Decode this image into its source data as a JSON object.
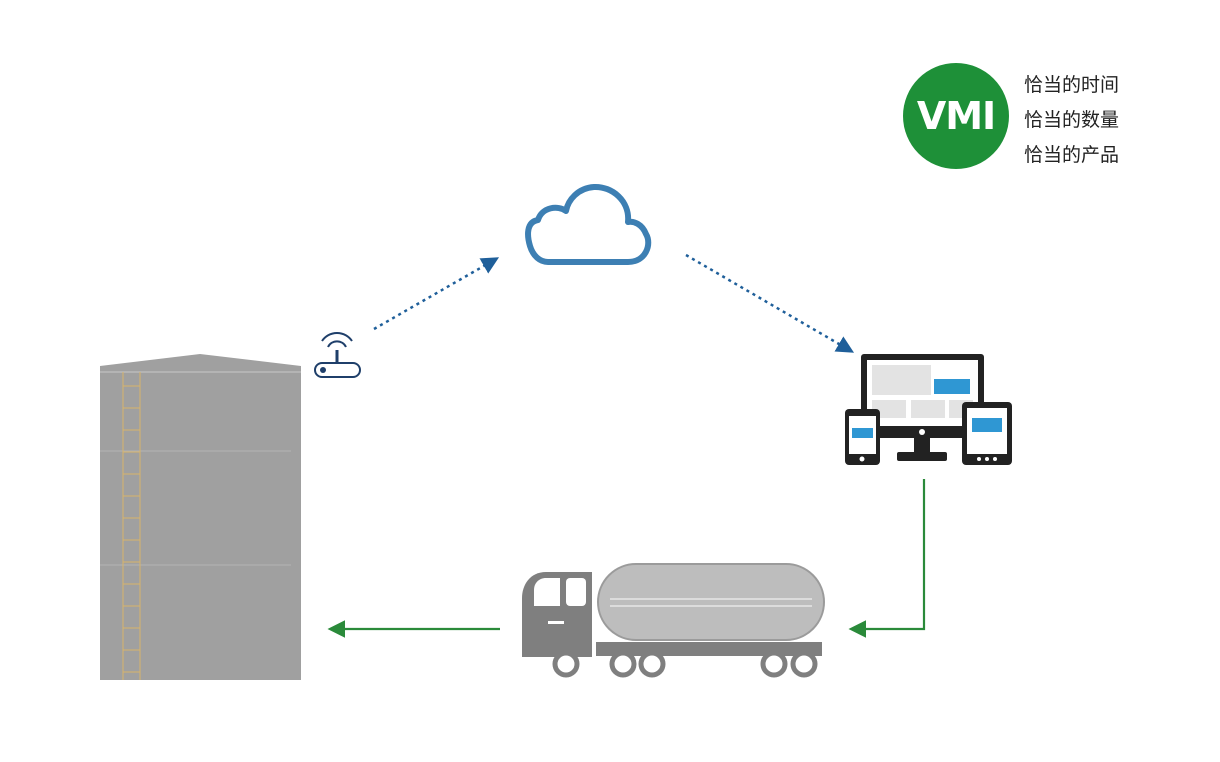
{
  "badge": {
    "label": "VMI",
    "color": "#1e9038",
    "lines": [
      "恰当的时间",
      "恰当的数量",
      "恰当的产品"
    ]
  },
  "colors": {
    "data_flow": "#1f5f9a",
    "supply_flow": "#2a8a3a",
    "cloud": "#3d7fb3",
    "tank": "#a0a0a0",
    "truck": "#7f7f7f",
    "device": "#222222",
    "screen_accent": "#2f97d3"
  },
  "icons": [
    "storage-tank-icon",
    "wireless-router-icon",
    "cloud-icon",
    "monitor-devices-icon",
    "tanker-truck-icon"
  ]
}
